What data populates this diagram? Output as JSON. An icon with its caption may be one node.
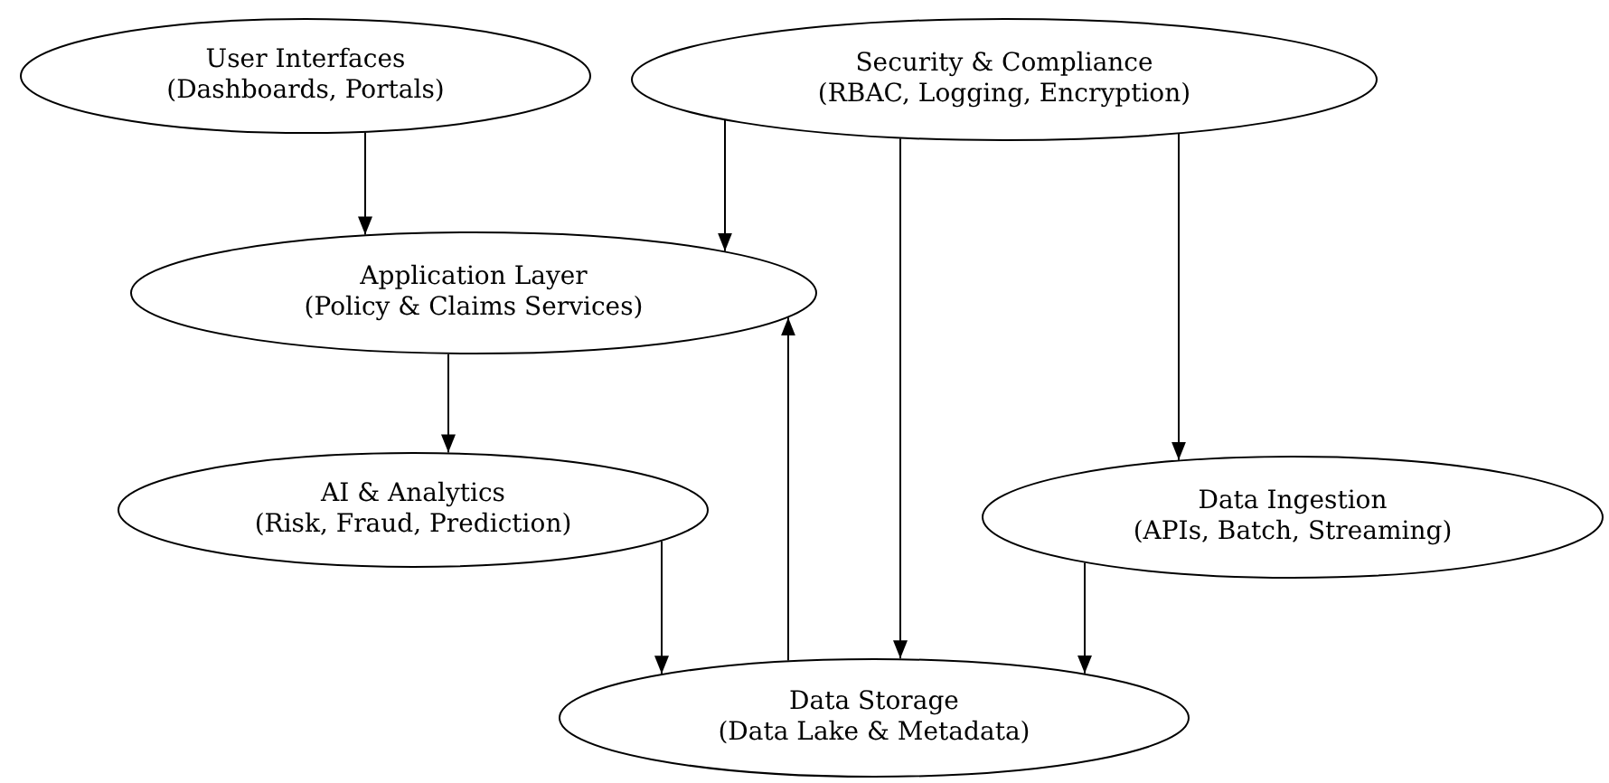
{
  "diagram": {
    "nodes": [
      {
        "text": [
          "User Interfaces",
          "(Dashboards, Portals)"
        ]
      },
      {
        "text": [
          "Security & Compliance",
          "(RBAC, Logging, Encryption)"
        ]
      },
      {
        "text": [
          "Application Layer",
          "(Policy & Claims Services)"
        ]
      },
      {
        "text": [
          "AI & Analytics",
          "(Risk, Fraud, Prediction)"
        ]
      },
      {
        "text": [
          "Data Ingestion",
          "(APIs, Batch, Streaming)"
        ]
      },
      {
        "text": [
          "Data Storage",
          "(Data Lake & Metadata)"
        ]
      }
    ],
    "edges": [
      {
        "from": 0,
        "to": 2,
        "arrow": "to"
      },
      {
        "from": 1,
        "to": 2,
        "arrow": "to"
      },
      {
        "from": 1,
        "to": 5,
        "arrow": "to"
      },
      {
        "from": 1,
        "to": 4,
        "arrow": "to"
      },
      {
        "from": 2,
        "to": 3,
        "arrow": "to"
      },
      {
        "from": 3,
        "to": 5,
        "arrow": "to"
      },
      {
        "from": 5,
        "to": 2,
        "arrow": "to"
      },
      {
        "from": 4,
        "to": 5,
        "arrow": "to"
      }
    ]
  }
}
